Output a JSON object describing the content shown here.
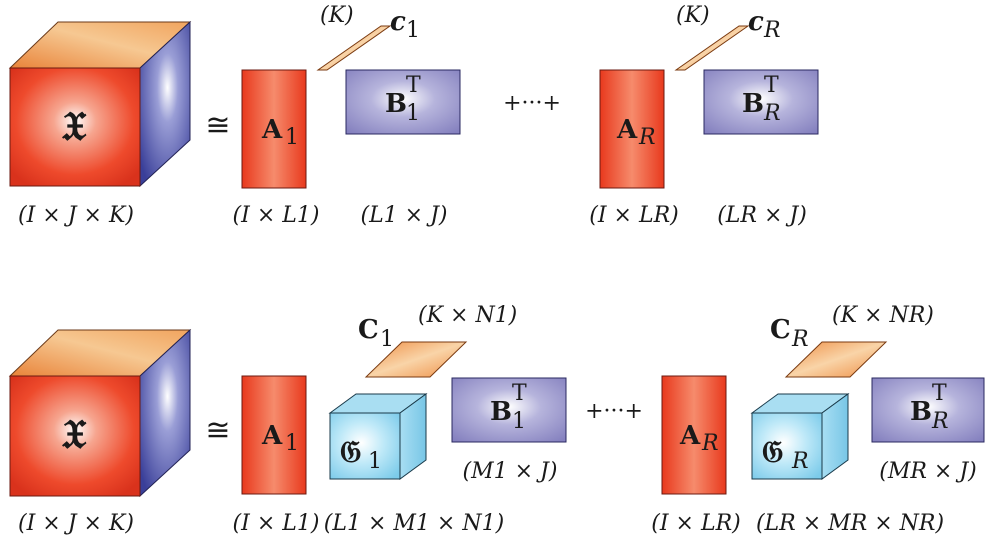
{
  "row1": {
    "tensor_symbol": "𝔛",
    "tensor_dims": "(I × J × K)",
    "approx_symbol": "≅",
    "A1_label": "A",
    "A1_sub": "1",
    "A1_dims": "(I × L1)",
    "c1_dim": "(K)",
    "c1_label": "c",
    "c1_sub": "1",
    "B1_label": "B",
    "B1_sup": "T",
    "B1_sub": "1",
    "B1_dims": "(L1 × J)",
    "plus_dots": "+···+",
    "AR_label": "A",
    "AR_sub": "R",
    "AR_dims": "(I × LR)",
    "cR_dim": "(K)",
    "cR_label": "c",
    "cR_sub": "R",
    "BR_label": "B",
    "BR_sup": "T",
    "BR_sub": "R",
    "BR_dims": "(LR × J)"
  },
  "row2": {
    "tensor_symbol": "𝔛",
    "tensor_dims": "(I × J × K)",
    "approx_symbol": "≅",
    "A1_label": "A",
    "A1_sub": "1",
    "A1_dims": "(I × L1)",
    "C1_label": "C",
    "C1_sub": "1",
    "C1_dims": "(K × N1)",
    "G1_label": "𝔊",
    "G1_sub": "1",
    "G1_dims": "(L1 × M1 × N1)",
    "B1_label": "B",
    "B1_sup": "T",
    "B1_sub": "1",
    "B1_dims": "(M1 × J)",
    "plus_dots": "+···+",
    "AR_label": "A",
    "AR_sub": "R",
    "AR_dims": "(I × LR)",
    "CR_label": "C",
    "CR_sub": "R",
    "CR_dims": "(K × NR)",
    "GR_label": "𝔊",
    "GR_sub": "R",
    "GR_dims": "(LR × MR × NR)",
    "BR_label": "B",
    "BR_sup": "T",
    "BR_sub": "R",
    "BR_dims": "(MR × J)"
  },
  "colors": {
    "tensor_front": "#ef4a2e",
    "tensor_side": "#4a4fa6",
    "tensor_top": "#f0a25a",
    "factor_A": "#ef4a2e",
    "factor_B": "#8f8cc4",
    "factor_c": "#f2a25c",
    "core_G": "#8fd7f0"
  }
}
